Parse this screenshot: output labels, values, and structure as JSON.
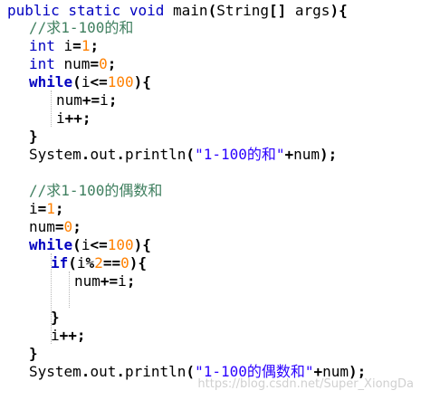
{
  "lines": [
    {
      "id": "l1",
      "parts": [
        {
          "t": "public static void ",
          "c": "kw"
        },
        {
          "t": "main",
          "c": "plain"
        },
        {
          "t": "(",
          "c": "bold"
        },
        {
          "t": "String",
          "c": "plain"
        },
        {
          "t": "[] ",
          "c": "bold"
        },
        {
          "t": "args",
          "c": "plain"
        },
        {
          "t": "){",
          "c": "bold"
        }
      ]
    },
    {
      "id": "l2",
      "parts": [
        {
          "t": "//求1-100的和",
          "c": "cm"
        }
      ]
    },
    {
      "id": "l3",
      "parts": [
        {
          "t": "int ",
          "c": "kw"
        },
        {
          "t": "i",
          "c": "plain"
        },
        {
          "t": "=",
          "c": "bold"
        },
        {
          "t": "1",
          "c": "num"
        },
        {
          "t": ";",
          "c": "bold"
        }
      ]
    },
    {
      "id": "l4",
      "parts": [
        {
          "t": "int ",
          "c": "kw"
        },
        {
          "t": "num",
          "c": "plain"
        },
        {
          "t": "=",
          "c": "bold"
        },
        {
          "t": "0",
          "c": "num"
        },
        {
          "t": ";",
          "c": "bold"
        }
      ]
    },
    {
      "id": "l5",
      "parts": [
        {
          "t": "while",
          "c": "kwb"
        },
        {
          "t": "(",
          "c": "bold"
        },
        {
          "t": "i",
          "c": "plain"
        },
        {
          "t": "<=",
          "c": "bold"
        },
        {
          "t": "100",
          "c": "num"
        },
        {
          "t": "){",
          "c": "bold"
        }
      ]
    },
    {
      "id": "l6",
      "parts": [
        {
          "t": "num",
          "c": "plain"
        },
        {
          "t": "+=",
          "c": "bold"
        },
        {
          "t": "i",
          "c": "plain"
        },
        {
          "t": ";",
          "c": "bold"
        }
      ]
    },
    {
      "id": "l7",
      "parts": [
        {
          "t": "i",
          "c": "plain"
        },
        {
          "t": "++;",
          "c": "bold"
        }
      ]
    },
    {
      "id": "l8",
      "parts": [
        {
          "t": "}",
          "c": "bold"
        }
      ]
    },
    {
      "id": "l9",
      "parts": [
        {
          "t": "System",
          "c": "plain"
        },
        {
          "t": ".",
          "c": "bold"
        },
        {
          "t": "out",
          "c": "plain"
        },
        {
          "t": ".",
          "c": "bold"
        },
        {
          "t": "println",
          "c": "plain"
        },
        {
          "t": "(",
          "c": "bold"
        },
        {
          "t": "\"1-100的和\"",
          "c": "str"
        },
        {
          "t": "+",
          "c": "bold"
        },
        {
          "t": "num",
          "c": "plain"
        },
        {
          "t": ");",
          "c": "bold"
        }
      ]
    },
    {
      "id": "l10",
      "parts": [
        {
          "t": "//求1-100的偶数和",
          "c": "cm"
        }
      ]
    },
    {
      "id": "l11",
      "parts": [
        {
          "t": "i",
          "c": "plain"
        },
        {
          "t": "=",
          "c": "bold"
        },
        {
          "t": "1",
          "c": "num"
        },
        {
          "t": ";",
          "c": "bold"
        }
      ]
    },
    {
      "id": "l12",
      "parts": [
        {
          "t": "num",
          "c": "plain"
        },
        {
          "t": "=",
          "c": "bold"
        },
        {
          "t": "0",
          "c": "num"
        },
        {
          "t": ";",
          "c": "bold"
        }
      ]
    },
    {
      "id": "l13",
      "parts": [
        {
          "t": "while",
          "c": "kwb"
        },
        {
          "t": "(",
          "c": "bold"
        },
        {
          "t": "i",
          "c": "plain"
        },
        {
          "t": "<=",
          "c": "bold"
        },
        {
          "t": "100",
          "c": "num"
        },
        {
          "t": "){",
          "c": "bold"
        }
      ]
    },
    {
      "id": "l14",
      "parts": [
        {
          "t": "if",
          "c": "kwb"
        },
        {
          "t": "(",
          "c": "bold"
        },
        {
          "t": "i",
          "c": "plain"
        },
        {
          "t": "%",
          "c": "bold"
        },
        {
          "t": "2",
          "c": "num"
        },
        {
          "t": "==",
          "c": "bold"
        },
        {
          "t": "0",
          "c": "num"
        },
        {
          "t": "){",
          "c": "bold"
        }
      ]
    },
    {
      "id": "l15",
      "parts": [
        {
          "t": "num",
          "c": "plain"
        },
        {
          "t": "+=",
          "c": "bold"
        },
        {
          "t": "i",
          "c": "plain"
        },
        {
          "t": ";",
          "c": "bold"
        }
      ]
    },
    {
      "id": "l16",
      "parts": [
        {
          "t": "}",
          "c": "bold"
        }
      ]
    },
    {
      "id": "l17",
      "parts": [
        {
          "t": "i",
          "c": "plain"
        },
        {
          "t": "++;",
          "c": "bold"
        }
      ]
    },
    {
      "id": "l18",
      "parts": [
        {
          "t": "}",
          "c": "bold"
        }
      ]
    },
    {
      "id": "l19",
      "parts": [
        {
          "t": "System",
          "c": "plain"
        },
        {
          "t": ".",
          "c": "bold"
        },
        {
          "t": "out",
          "c": "plain"
        },
        {
          "t": ".",
          "c": "bold"
        },
        {
          "t": "println",
          "c": "plain"
        },
        {
          "t": "(",
          "c": "bold"
        },
        {
          "t": "\"1-100的偶数和\"",
          "c": "str"
        },
        {
          "t": "+",
          "c": "bold"
        },
        {
          "t": "num",
          "c": "plain"
        },
        {
          "t": ");",
          "c": "bold"
        }
      ]
    }
  ],
  "watermark": "https://blog.csdn.net/Super_XiongDa",
  "colors": {
    "keyword": "#0000c0",
    "comment": "#3f7f5f",
    "number": "#ff8000",
    "string": "#2a00ff",
    "text": "#000000"
  }
}
